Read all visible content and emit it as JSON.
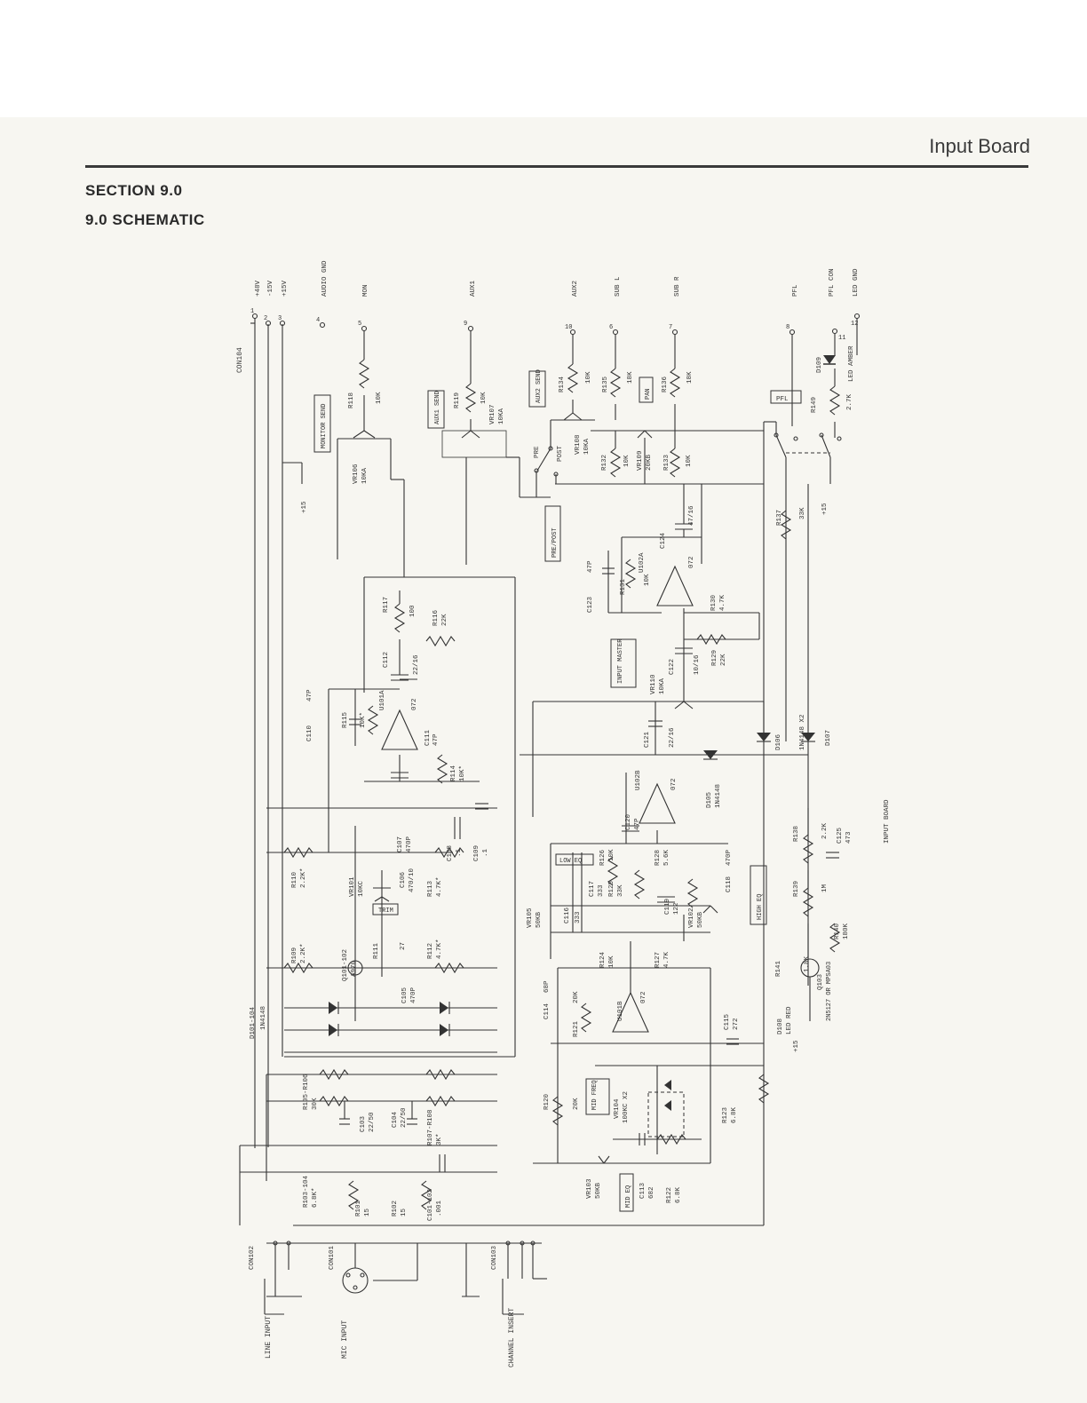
{
  "header": {
    "page_title": "Input Board",
    "section": "SECTION 9.0",
    "heading": "9.0  SCHEMATIC"
  },
  "schematic": {
    "board_caption": "INPUT BOARD",
    "connectors": {
      "con104": "CON104",
      "pins": [
        {
          "num": "1",
          "label": "+48V"
        },
        {
          "num": "2",
          "label": "-15V"
        },
        {
          "num": "3",
          "label": "+15V"
        },
        {
          "num": "4",
          "label": "AUDIO GND"
        },
        {
          "num": "5",
          "label": "MON"
        },
        {
          "num": "9",
          "label": "AUX1"
        },
        {
          "num": "10",
          "label": "AUX2"
        },
        {
          "num": "6",
          "label": "SUB L"
        },
        {
          "num": "7",
          "label": "SUB R"
        },
        {
          "num": "8",
          "label": "PFL"
        },
        {
          "num": "11",
          "label": "PFL CON"
        },
        {
          "num": "12",
          "label": "LED GND"
        }
      ],
      "con102": "CON102",
      "con101": "CON101",
      "con103": "CON103",
      "line_input": "LINE INPUT",
      "mic_input": "MIC INPUT",
      "channel_insert": "CHANNEL INSERT"
    },
    "boxed_labels": {
      "monitor_send": "MONITOR SEND",
      "aux1_send": "AUX1 SEND",
      "aux2_send": "AUX2 SEND",
      "pan": "PAN",
      "pfl": "PFL",
      "pre_post": "PRE/POST",
      "input_master": "INPUT MASTER",
      "low_eq": "LOW EQ",
      "high_eq": "HIGH EQ",
      "trim": "TRIM",
      "mid_freq": "MID FREQ",
      "mid_eq": "MID EQ"
    },
    "parts": {
      "r118": "R118",
      "r118v": "10K",
      "r119": "R119",
      "r119v": "10K",
      "vr107": "VR107",
      "vr107v": "10KA",
      "vr106": "VR106",
      "vr106v": "10KA",
      "r134": "R134",
      "r134v": "10K",
      "r135": "R135",
      "r135v": "18K",
      "r136": "R136",
      "r136v": "18K",
      "vr108": "VR108",
      "vr108v": "10KA",
      "r132": "R132",
      "r132v": "10K",
      "vr109": "VR109",
      "vr109v": "20KB",
      "r133": "R133",
      "r133v": "10K",
      "pre": "PRE",
      "post": "POST",
      "plus15": "+15",
      "r149": "R149",
      "r149v": "2.7K",
      "d109": "D109",
      "d109v": "LED AMBER",
      "c124": "C124",
      "c124v": "47/16",
      "r137": "R137",
      "r137v": "33K",
      "c123": "C123",
      "c123v": "47P",
      "r131": "R131",
      "r131v": "10K",
      "u102a": "U102A",
      "u102av": "072",
      "r130": "R130",
      "r130v": "4.7K",
      "r117": "R117",
      "r117v": "100",
      "r116": "R116",
      "r116v": "22K",
      "c112": "C112",
      "c112v": "22/16",
      "vr110": "VR110",
      "vr110v": "10KA",
      "c122": "C122",
      "c122v": "10/16",
      "r129": "R129",
      "r129v": "22K",
      "c110": "C110",
      "c110v": "47P",
      "r115": "R115",
      "r115v": "10K*",
      "u101a": "U101A",
      "u101av": "072",
      "c111": "C111",
      "c111v": "47P",
      "r114": "R114",
      "r114v": "10K*",
      "c121": "C121",
      "c121v": "22/16",
      "d106": "D106",
      "d106v": "1N4148 X2",
      "d107": "D107",
      "d105": "D105",
      "d105v": "1N4148",
      "u102b": "U102B",
      "u102bv": "072",
      "c120": "C120",
      "c120v": "47P",
      "r110": "R110",
      "r110v": "2.2K*",
      "c107": "C107",
      "c107v": "470P",
      "c108": "C108",
      "c108v": ".1",
      "c109": "C109",
      "c109v": ".1",
      "vr101": "VR101",
      "vr101v": "10KC",
      "c106": "C106",
      "c106v": "470/10",
      "r113": "R113",
      "r113v": "4.7K*",
      "vr105": "VR105",
      "vr105v": "50KB",
      "c116": "C116",
      "c116v": "333",
      "c117": "C117",
      "c117v": "333",
      "r125": "R125",
      "r125v": "33K",
      "r126": "R126",
      "r126v": "10K",
      "r128": "R128",
      "r128v": "5.6K",
      "c119": "C119",
      "c119v": "122",
      "vr102": "VR102",
      "vr102v": "50KB",
      "c118": "C118",
      "c118v": "470P",
      "r138": "R138",
      "r138v": "2.2K",
      "c125": "C125",
      "c125v": "473",
      "r139": "R139",
      "r139v": "1M",
      "r140": "R140",
      "r140v": "180K",
      "r109": "R109",
      "r109v": "2.2K*",
      "q101": "Q101-102",
      "q101v": "A970",
      "r111": "R111",
      "r111v": "27",
      "c105": "C105",
      "c105v": "470P",
      "r112": "R112",
      "r112v": "4.7K*",
      "r124": "R124",
      "r124v": "10K",
      "r127": "R127",
      "r127v": "4.7K",
      "r141": "R141",
      "r141v": "1.8K",
      "q103": "Q103",
      "q103v": "2N5127 OR MPSA03",
      "d101": "D101-104",
      "d101v": "1N4148",
      "c114": "C114",
      "c114v": "68P",
      "r121": "R121",
      "r121v": "20K",
      "u101b": "U101B",
      "u101bv": "072",
      "c115": "C115",
      "c115v": "272",
      "d108": "D108",
      "d108v": "LED RED",
      "r105": "R105-R106",
      "r105v": "30K",
      "c103": "C103",
      "c103v": "22/50",
      "c104": "C104",
      "c104v": "22/50",
      "r107": "R107-R108",
      "r107v": "3K*",
      "r120": "R120",
      "r120v": "20K",
      "vr104": "VR104",
      "vr104v": "100KC X2",
      "r123": "R123",
      "r123v": "6.8K",
      "r103": "R103-104",
      "r103v": "6.8K*",
      "r101": "R101",
      "r101v": "15",
      "r102": "R102",
      "r102v": "15",
      "c101": "C101-102",
      "c101v": ".001",
      "vr103": "VR103",
      "vr103v": "50KB",
      "c113": "C113",
      "c113v": "682",
      "r122": "R122",
      "r122v": "6.8K"
    }
  }
}
